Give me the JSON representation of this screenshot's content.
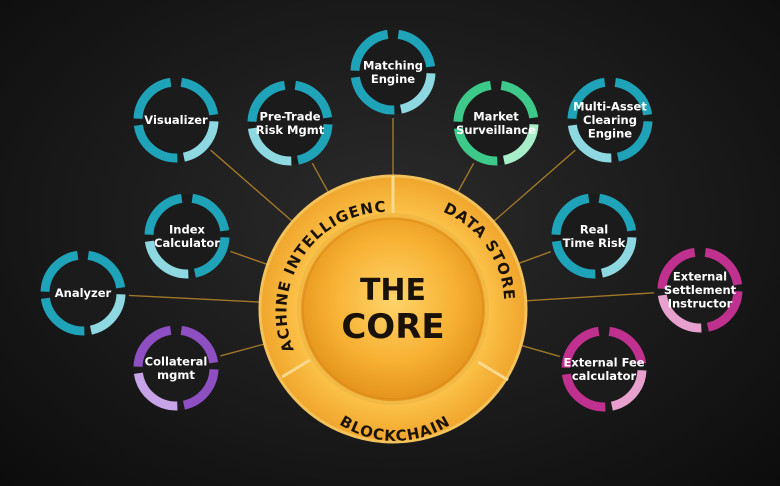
{
  "core": {
    "title_line1": "THE",
    "title_line2": "CORE",
    "segments": [
      "MACHINE INTELLIGENCE",
      "DATA STORE",
      "BLOCKCHAIN"
    ]
  },
  "colors": {
    "teal": "#1fa3b8",
    "teal_light": "#8ed8e2",
    "green": "#3cc98a",
    "green_light": "#a8efc9",
    "purple": "#8e4fc2",
    "purple_light": "#c7a3e8",
    "magenta": "#c0308e",
    "magenta_light": "#e8a1cf",
    "core_orange": "#f5a623",
    "core_gold": "#fcc34a",
    "connector": "#b8862a"
  },
  "modules": [
    {
      "id": "matching-engine",
      "lines": [
        "Matching",
        "Engine"
      ],
      "color": "teal"
    },
    {
      "id": "pre-trade-risk",
      "lines": [
        "Pre-Trade",
        "Risk Mgmt"
      ],
      "color": "teal"
    },
    {
      "id": "visualizer",
      "lines": [
        "Visualizer"
      ],
      "color": "teal"
    },
    {
      "id": "index-calculator",
      "lines": [
        "Index",
        "Calculator"
      ],
      "color": "teal"
    },
    {
      "id": "analyzer",
      "lines": [
        "Analyzer"
      ],
      "color": "teal"
    },
    {
      "id": "collateral-mgmt",
      "lines": [
        "Collateral",
        "mgmt"
      ],
      "color": "purple"
    },
    {
      "id": "market-surveillance",
      "lines": [
        "Market",
        "Surveillance"
      ],
      "color": "green"
    },
    {
      "id": "multi-asset-clearing",
      "lines": [
        "Multi-Asset",
        "Clearing",
        "Engine"
      ],
      "color": "teal"
    },
    {
      "id": "real-time-risk",
      "lines": [
        "Real",
        "Time Risk"
      ],
      "color": "teal"
    },
    {
      "id": "external-settlement",
      "lines": [
        "External",
        "Settlement",
        "Instructor"
      ],
      "color": "magenta"
    },
    {
      "id": "external-fee",
      "lines": [
        "External Fee",
        "calculator"
      ],
      "color": "magenta"
    }
  ]
}
